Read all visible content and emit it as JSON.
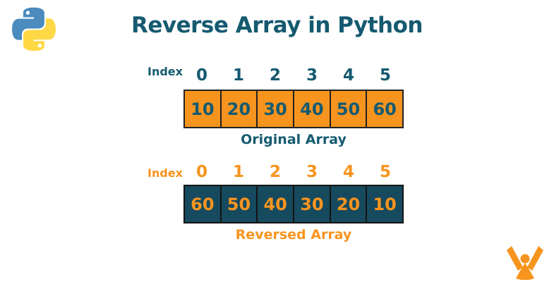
{
  "title": "Reverse Array in Python",
  "icons": {
    "python_logo": "python-logo",
    "brand_logo": "person-victory-logo"
  },
  "colors": {
    "teal": "#155A70",
    "orange": "#F7941E",
    "dark_cell_bg": "#164A5E",
    "cell_border": "#222222",
    "python_blue": "#4B8BBE",
    "python_yellow": "#FFD845"
  },
  "original_array": {
    "index_label": "Index",
    "indices": [
      "0",
      "1",
      "2",
      "3",
      "4",
      "5"
    ],
    "values": [
      "10",
      "20",
      "30",
      "40",
      "50",
      "60"
    ],
    "caption": "Original Array"
  },
  "reversed_array": {
    "index_label": "Index",
    "indices": [
      "0",
      "1",
      "2",
      "3",
      "4",
      "5"
    ],
    "values": [
      "60",
      "50",
      "40",
      "30",
      "20",
      "10"
    ],
    "caption": "Reversed Array"
  }
}
